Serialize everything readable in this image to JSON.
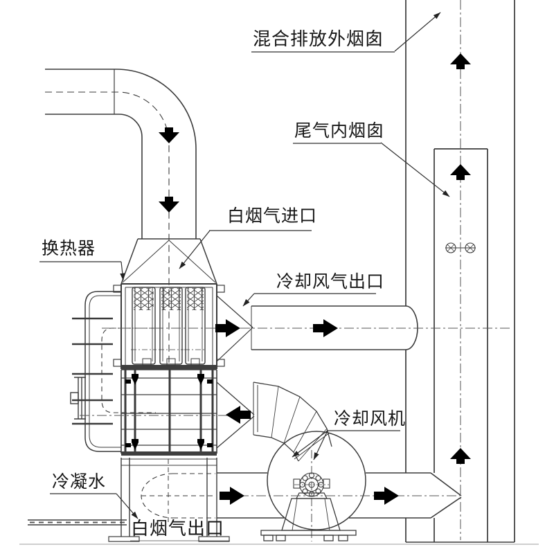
{
  "diagram": {
    "labels": {
      "outer_stack": "混合排放外烟囱",
      "inner_stack": "尾气内烟囱",
      "white_gas_inlet": "白烟气进口",
      "heat_exchanger": "换热器",
      "cooling_air_outlet": "冷却风气出口",
      "cooling_fan": "冷却风机",
      "condensate_water": "冷凝水",
      "white_gas_outlet": "白烟气出口"
    },
    "colors": {
      "line": "#3a3a3a",
      "arrow": "#000000",
      "background": "#ffffff"
    }
  }
}
